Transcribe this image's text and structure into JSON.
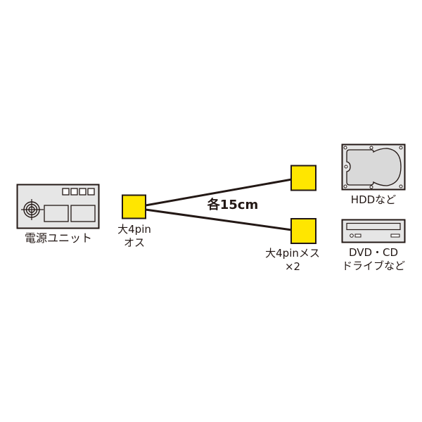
{
  "diagram": {
    "power_unit": {
      "label": "電源ユニット",
      "icon": "power-supply-unit-icon"
    },
    "source_connector": {
      "label_line1": "大4pin",
      "label_line2": "オス",
      "color": "#FFE600"
    },
    "cable_length": {
      "label": "各15cm"
    },
    "target_connectors": {
      "label_line1": "大4pinメス",
      "label_line2": "×2",
      "color": "#FFE600"
    },
    "hdd": {
      "label": "HDDなど",
      "icon": "hard-disk-drive-icon"
    },
    "optical_drive": {
      "label_line1": "DVD・CD",
      "label_line2": "ドライブなど",
      "icon": "optical-drive-icon"
    }
  },
  "colors": {
    "connector_fill": "#FFE600",
    "stroke": "#231815",
    "device_fill": "#E6E6E6"
  }
}
